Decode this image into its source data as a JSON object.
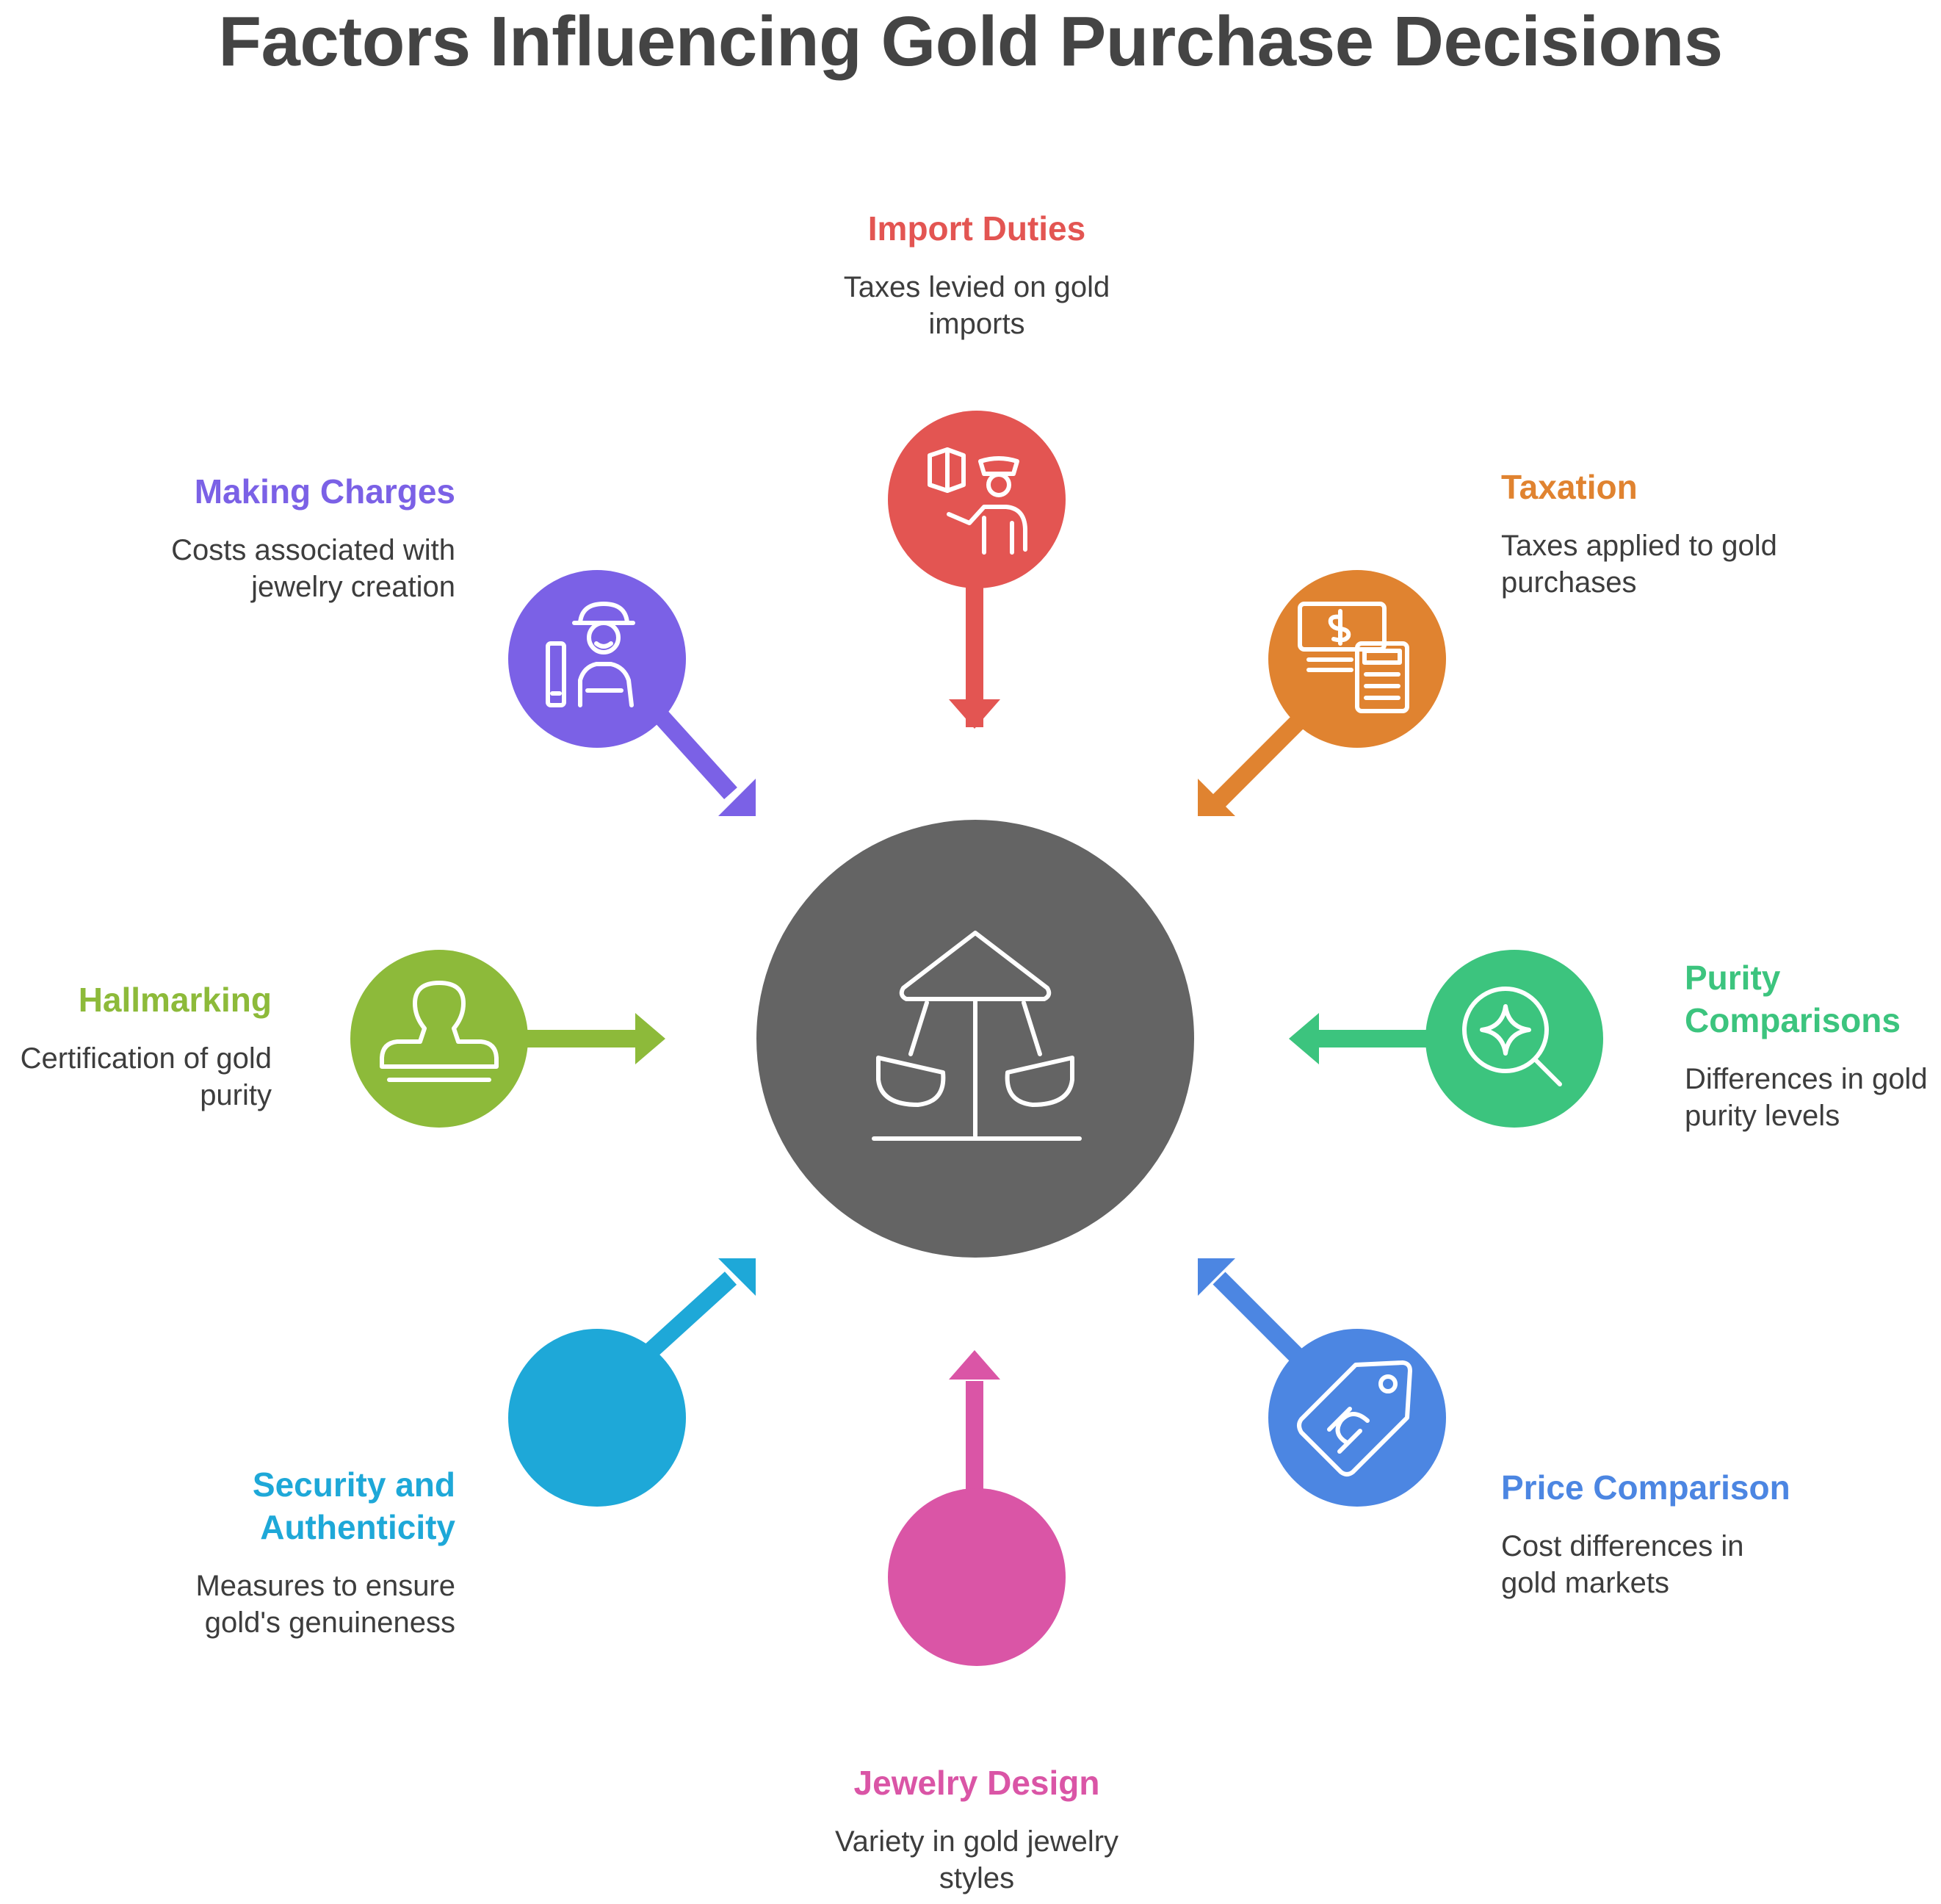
{
  "title": "Factors Influencing Gold Purchase Decisions",
  "center": {
    "icon": "balance-scale-icon",
    "color": "#646464"
  },
  "factors": [
    {
      "id": "import-duties",
      "title": "Import Duties",
      "description": "Taxes levied on gold imports",
      "color": "#E35552",
      "icon": "customs-officer-icon"
    },
    {
      "id": "taxation",
      "title": "Taxation",
      "description": "Taxes applied to gold purchases",
      "color": "#E08330",
      "icon": "money-calculator-icon"
    },
    {
      "id": "purity-comparisons",
      "title": "Purity Comparisons",
      "description": "Differences in gold purity levels",
      "color": "#3CC47E",
      "icon": "magnifier-sparkle-icon"
    },
    {
      "id": "price-comparison",
      "title": "Price Comparison",
      "description": "Cost differences in gold markets",
      "color": "#4C86E2",
      "icon": "price-tag-icon"
    },
    {
      "id": "jewelry-design",
      "title": "Jewelry Design",
      "description": "Variety in gold jewelry styles",
      "color": "#DA55A6",
      "icon": ""
    },
    {
      "id": "security-authenticity",
      "title": "Security and Authenticity",
      "description": "Measures to ensure gold's genuineness",
      "color": "#1EA8D8",
      "icon": ""
    },
    {
      "id": "hallmarking",
      "title": "Hallmarking",
      "description": "Certification of gold purity",
      "color": "#8DBA3A",
      "icon": "stamp-icon"
    },
    {
      "id": "making-charges",
      "title": "Making Charges",
      "description": "Costs associated with jewelry creation",
      "color": "#7B61E6",
      "icon": "craftsman-icon"
    }
  ]
}
